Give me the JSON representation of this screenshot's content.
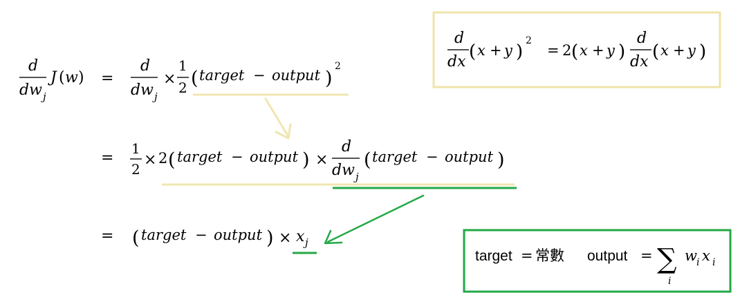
{
  "derivation": {
    "lhs": {
      "d": "d",
      "dw": "dw",
      "j": "j",
      "J": "J",
      "w": "w"
    },
    "eq_sign": "=",
    "line1": {
      "d": "d",
      "dw": "dw",
      "j": "j",
      "times": "×",
      "half_num": "1",
      "half_den": "2",
      "target": "target",
      "minus": "−",
      "output": "output",
      "exp": "2"
    },
    "line2": {
      "half_num": "1",
      "half_den": "2",
      "times": "×",
      "two": "2",
      "target": "target",
      "minus": "−",
      "output": "output",
      "d": "d",
      "dw": "dw",
      "j": "j"
    },
    "line3": {
      "target": "target",
      "minus": "−",
      "output": "output",
      "times": "×",
      "x": "x",
      "j": "j"
    }
  },
  "chain_rule_box": {
    "d": "d",
    "dx": "dx",
    "x": "x",
    "plus": "+",
    "y": "y",
    "exp": "2",
    "eq": "=",
    "two": "2"
  },
  "note_box": {
    "target_word": "target",
    "eq": "=",
    "constant": "常數",
    "output_word": "output",
    "sigma": "∑",
    "index": "i",
    "w": "w",
    "x": "x"
  },
  "colors": {
    "highlight_yellow": "#f0e6b0",
    "highlight_green": "#22a846",
    "box_yellow": "#efe3a8"
  }
}
